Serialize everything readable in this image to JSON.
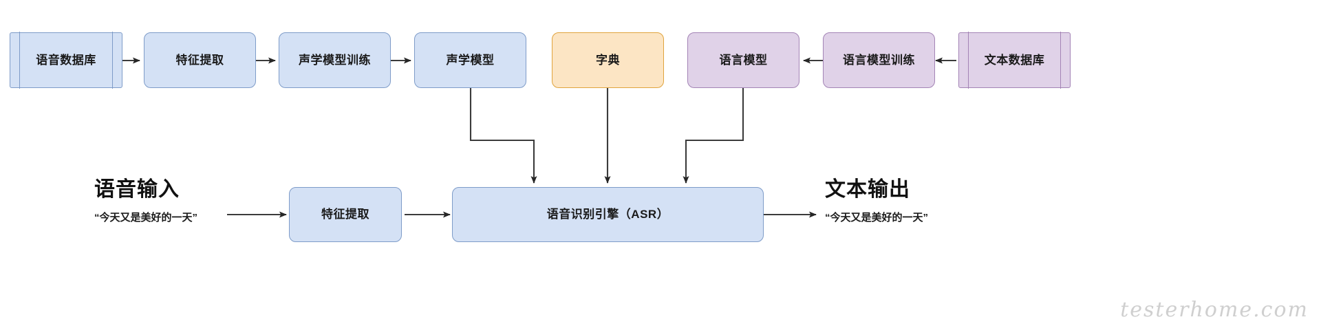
{
  "diagram": {
    "title": "ASR system architecture flowchart",
    "watermark": "testerhome.com",
    "colors": {
      "blue_fill": "#d4e1f5",
      "blue_stroke": "#7d9bc8",
      "orange_fill": "#fce5c4",
      "orange_stroke": "#e0a33c",
      "purple_fill": "#e0d2e8",
      "purple_stroke": "#a383b5",
      "edge": "#3b3b3b",
      "background": "#ffffff",
      "watermark": "#cfcfcf"
    },
    "top_row": [
      {
        "id": "speech-database",
        "label": "语音数据库",
        "shape": "database",
        "color": "blue"
      },
      {
        "id": "feature-extraction-top",
        "label": "特征提取",
        "shape": "rounded",
        "color": "blue"
      },
      {
        "id": "acoustic-model-training",
        "label": "声学模型训练",
        "shape": "rounded",
        "color": "blue"
      },
      {
        "id": "acoustic-model",
        "label": "声学模型",
        "shape": "rounded",
        "color": "blue"
      },
      {
        "id": "dictionary",
        "label": "字典",
        "shape": "rounded",
        "color": "orange"
      },
      {
        "id": "language-model",
        "label": "语言模型",
        "shape": "rounded",
        "color": "purple"
      },
      {
        "id": "language-model-training",
        "label": "语言模型训练",
        "shape": "rounded",
        "color": "purple"
      },
      {
        "id": "text-database",
        "label": "文本数据库",
        "shape": "database",
        "color": "purple"
      }
    ],
    "bottom_row": [
      {
        "id": "feature-extraction-bottom",
        "label": "特征提取",
        "shape": "rounded",
        "color": "blue"
      },
      {
        "id": "asr-engine",
        "label": "语音识别引擎（ASR）",
        "shape": "rounded",
        "color": "blue"
      }
    ],
    "annotations": {
      "input_heading": "语音输入",
      "input_sample": "“今天又是美好的一天”",
      "output_heading": "文本输出",
      "output_sample": "“今天又是美好的一天”"
    },
    "edges": [
      {
        "from": "speech-database",
        "to": "feature-extraction-top",
        "direction": "right"
      },
      {
        "from": "feature-extraction-top",
        "to": "acoustic-model-training",
        "direction": "right"
      },
      {
        "from": "acoustic-model-training",
        "to": "acoustic-model",
        "direction": "right"
      },
      {
        "from": "text-database",
        "to": "language-model-training",
        "direction": "left"
      },
      {
        "from": "language-model-training",
        "to": "language-model",
        "direction": "left"
      },
      {
        "from": "acoustic-model",
        "to": "asr-engine",
        "direction": "down-elbow"
      },
      {
        "from": "dictionary",
        "to": "asr-engine",
        "direction": "down"
      },
      {
        "from": "language-model",
        "to": "asr-engine",
        "direction": "down-elbow"
      },
      {
        "from": "input_sample",
        "to": "feature-extraction-bottom",
        "direction": "right"
      },
      {
        "from": "feature-extraction-bottom",
        "to": "asr-engine",
        "direction": "right"
      },
      {
        "from": "asr-engine",
        "to": "output_sample",
        "direction": "right"
      }
    ]
  }
}
